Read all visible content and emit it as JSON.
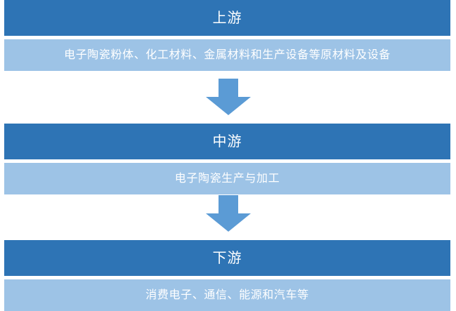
{
  "diagram": {
    "type": "industry-chain-flow",
    "orientation": "vertical",
    "colors": {
      "header_bg": "#2E74B5",
      "body_bg": "#9DC3E6",
      "arrow": "#5B9BD5",
      "text": "#FFFFFF",
      "canvas": "#FFFFFF"
    },
    "stages": [
      {
        "id": "upstream",
        "header": "上游",
        "body": "电子陶瓷粉体、化工材料、金属材料和生产设备等原材料及设备"
      },
      {
        "id": "midstream",
        "header": "中游",
        "body": "电子陶瓷生产与加工"
      },
      {
        "id": "downstream",
        "header": "下游",
        "body": "消费电子、通信、能源和汽车等"
      }
    ],
    "connectors": [
      {
        "id": "arrow-1",
        "icon": "arrow-down-icon",
        "from": "upstream",
        "to": "midstream"
      },
      {
        "id": "arrow-2",
        "icon": "arrow-down-icon",
        "from": "midstream",
        "to": "downstream"
      }
    ]
  }
}
